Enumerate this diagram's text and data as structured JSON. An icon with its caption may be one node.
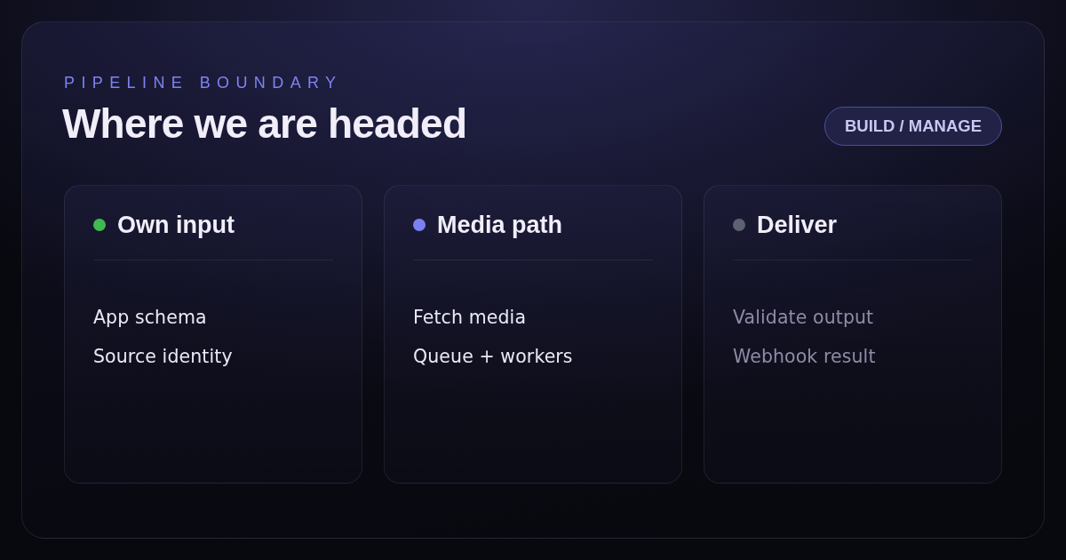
{
  "diagram": {
    "title": "Where we are headed",
    "nodes": [
      {
        "text": [
          "BUILD / MANAGE"
        ]
      },
      {
        "text": [
          "Own input",
          "App schema",
          "Source identity"
        ]
      },
      {
        "text": [
          "Media path",
          "Fetch media",
          "Queue + workers"
        ]
      },
      {
        "text": [
          "Deliver",
          "Validate output",
          "Webhook result"
        ]
      }
    ],
    "labels": [
      "PIPELINE BOUNDARY"
    ]
  }
}
